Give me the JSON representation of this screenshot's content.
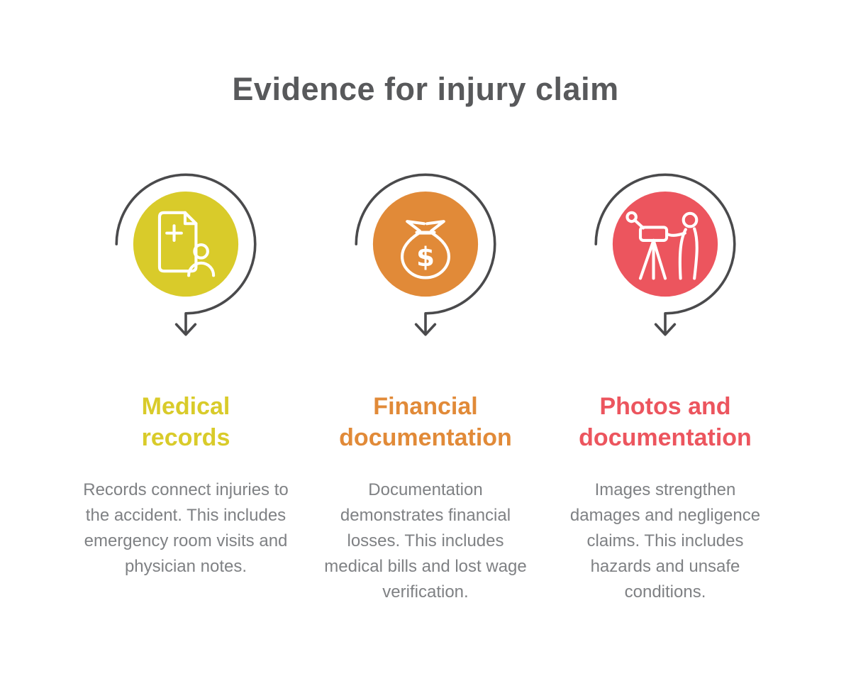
{
  "title": "Evidence for injury claim",
  "colors": {
    "title_gray": "#58595b",
    "body_gray": "#7f8184",
    "loop_gray": "#4a4a4c",
    "yellow": "#d9cb2a",
    "orange": "#e18a38",
    "red": "#ec555e"
  },
  "items": [
    {
      "id": "medical-records",
      "icon": "medical-document-person-icon",
      "color": "#d9cb2a",
      "heading": "Medical\nrecords",
      "body": "Records connect injuries to the accident. This includes emergency room visits and physician notes."
    },
    {
      "id": "financial-documentation",
      "icon": "money-bag-icon",
      "color": "#e18a38",
      "heading": "Financial\ndocumentation",
      "body": "Documentation demonstrates financial losses. This includes medical bills and lost wage verification."
    },
    {
      "id": "photos-and-documentation",
      "icon": "camera-tripod-photographer-icon",
      "color": "#ec555e",
      "heading": "Photos and\ndocumentation",
      "body": "Images strengthen damages and negligence claims. This includes hazards and unsafe conditions."
    }
  ],
  "money_bag_dollar": "$"
}
